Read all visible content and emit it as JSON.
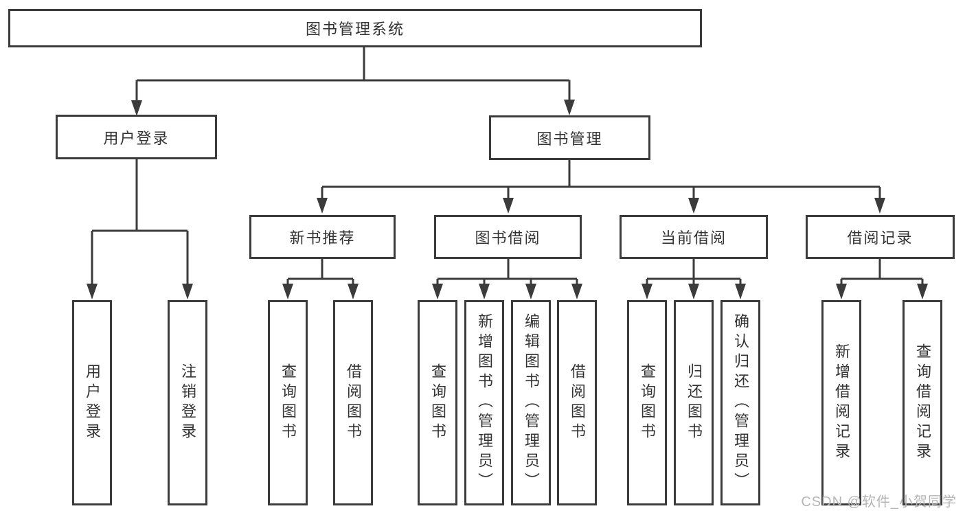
{
  "diagram": {
    "root": {
      "label": "图书管理系统"
    },
    "branches": [
      {
        "label": "用户登录",
        "children": [
          {
            "label": "用户登录"
          },
          {
            "label": "注销登录"
          }
        ]
      },
      {
        "label": "图书管理",
        "children": [
          {
            "label": "新书推荐",
            "children": [
              {
                "label": "查询图书"
              },
              {
                "label": "借阅图书"
              }
            ]
          },
          {
            "label": "图书借阅",
            "children": [
              {
                "label": "查询图书"
              },
              {
                "label": "新增图书（管理员）"
              },
              {
                "label": "编辑图书（管理员）"
              },
              {
                "label": "借阅图书"
              }
            ]
          },
          {
            "label": "当前借阅",
            "children": [
              {
                "label": "查询图书"
              },
              {
                "label": "归还图书"
              },
              {
                "label": "确认归还（管理员）"
              }
            ]
          },
          {
            "label": "借阅记录",
            "children": [
              {
                "label": "新增借阅记录"
              },
              {
                "label": "查询借阅记录"
              }
            ]
          }
        ]
      }
    ]
  },
  "colors": {
    "line": "#3b3b3b",
    "text": "#333333",
    "watermark": "#b5b5b5",
    "background": "#ffffff"
  },
  "watermark": "CSDN @软件_小贺同学"
}
